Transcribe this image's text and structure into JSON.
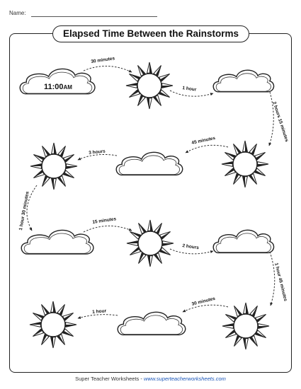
{
  "worksheet": {
    "name_label": "Name:",
    "title": "Elapsed Time Between the Rainstorms",
    "start_time": "11:00",
    "start_ampm": "AM"
  },
  "arrows": [
    {
      "label": "30 minutes"
    },
    {
      "label": "1 hour"
    },
    {
      "label": "2 hours 15 minutes"
    },
    {
      "label": "45 minutes"
    },
    {
      "label": "3 hours"
    },
    {
      "label": "1 hour 30 minutes"
    },
    {
      "label": "15 minutes"
    },
    {
      "label": "2 hours"
    },
    {
      "label": "1 hour 45 minutes"
    },
    {
      "label": "30 minutes"
    },
    {
      "label": "1 hour"
    }
  ],
  "footer": {
    "brand": "Super Teacher Worksheets",
    "separator": " - ",
    "url": "www.superteacherworksheets.com"
  }
}
